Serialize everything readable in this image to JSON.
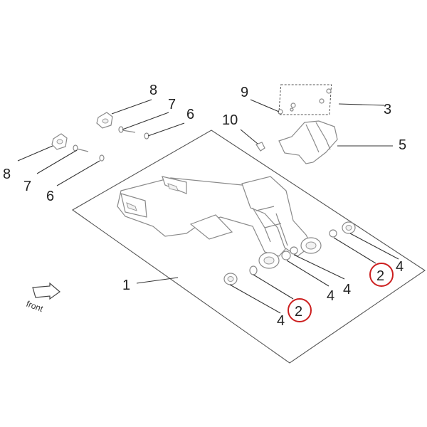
{
  "diagram": {
    "labels": {
      "part1": "1",
      "part2a": "2",
      "part2b": "2",
      "part3": "3",
      "part4a": "4",
      "part4b": "4",
      "part4c": "4",
      "part4d": "4",
      "part5": "5",
      "part6a": "6",
      "part6b": "6",
      "part7a": "7",
      "part7b": "7",
      "part8a": "8",
      "part8b": "8",
      "part9": "9",
      "part10": "10"
    },
    "direction_label": "front",
    "highlight_color": "#cc1f1f"
  }
}
